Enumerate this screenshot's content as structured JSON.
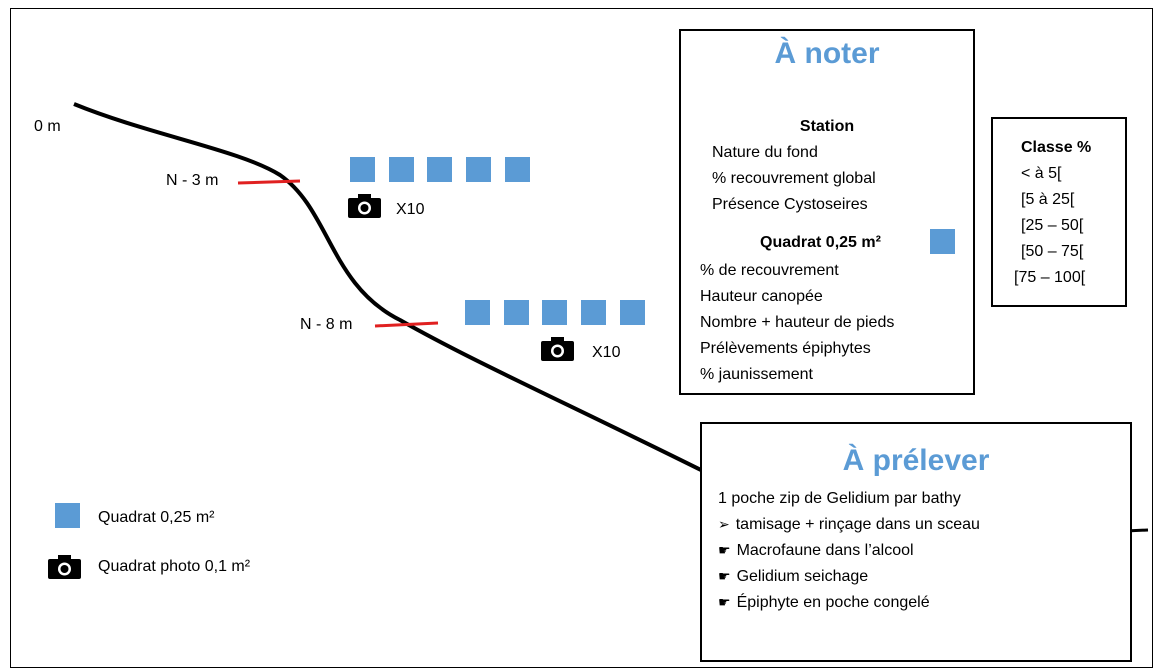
{
  "depth_labels": {
    "surface": "0 m",
    "level1": "N - 3 m",
    "level2": "N - 8 m"
  },
  "photo_count": {
    "level1": "X10",
    "level2": "X10"
  },
  "legend": {
    "quadrat": "Quadrat 0,25 m²",
    "quadrat_photo": "Quadrat photo 0,1 m²"
  },
  "noter": {
    "title": "À noter",
    "station_heading": "Station",
    "station_items": [
      "Nature du fond",
      "% recouvrement global",
      "Présence Cystoseires"
    ],
    "quadrat_heading": "Quadrat 0,25 m²",
    "quadrat_items": [
      "% de recouvrement",
      "Hauteur canopée",
      "Nombre + hauteur de pieds",
      "Prélèvements épiphytes",
      "% jaunissement"
    ]
  },
  "classe": {
    "heading": "Classe %",
    "items": [
      "< à 5[",
      "[5 à 25[",
      "[25 – 50[",
      "[50 – 75[",
      "[75 – 100["
    ]
  },
  "prelever": {
    "title": "À prélever",
    "intro": "1 poche zip de Gelidium par bathy",
    "items": [
      "tamisage + rinçage dans un sceau",
      "Macrofaune dans l’alcool",
      "Gelidium seichage",
      "Épiphyte en poche congelé"
    ]
  },
  "colors": {
    "quadrat": "#5b9bd5",
    "title": "#5b9bd5",
    "depth_marker": "#e02020"
  }
}
